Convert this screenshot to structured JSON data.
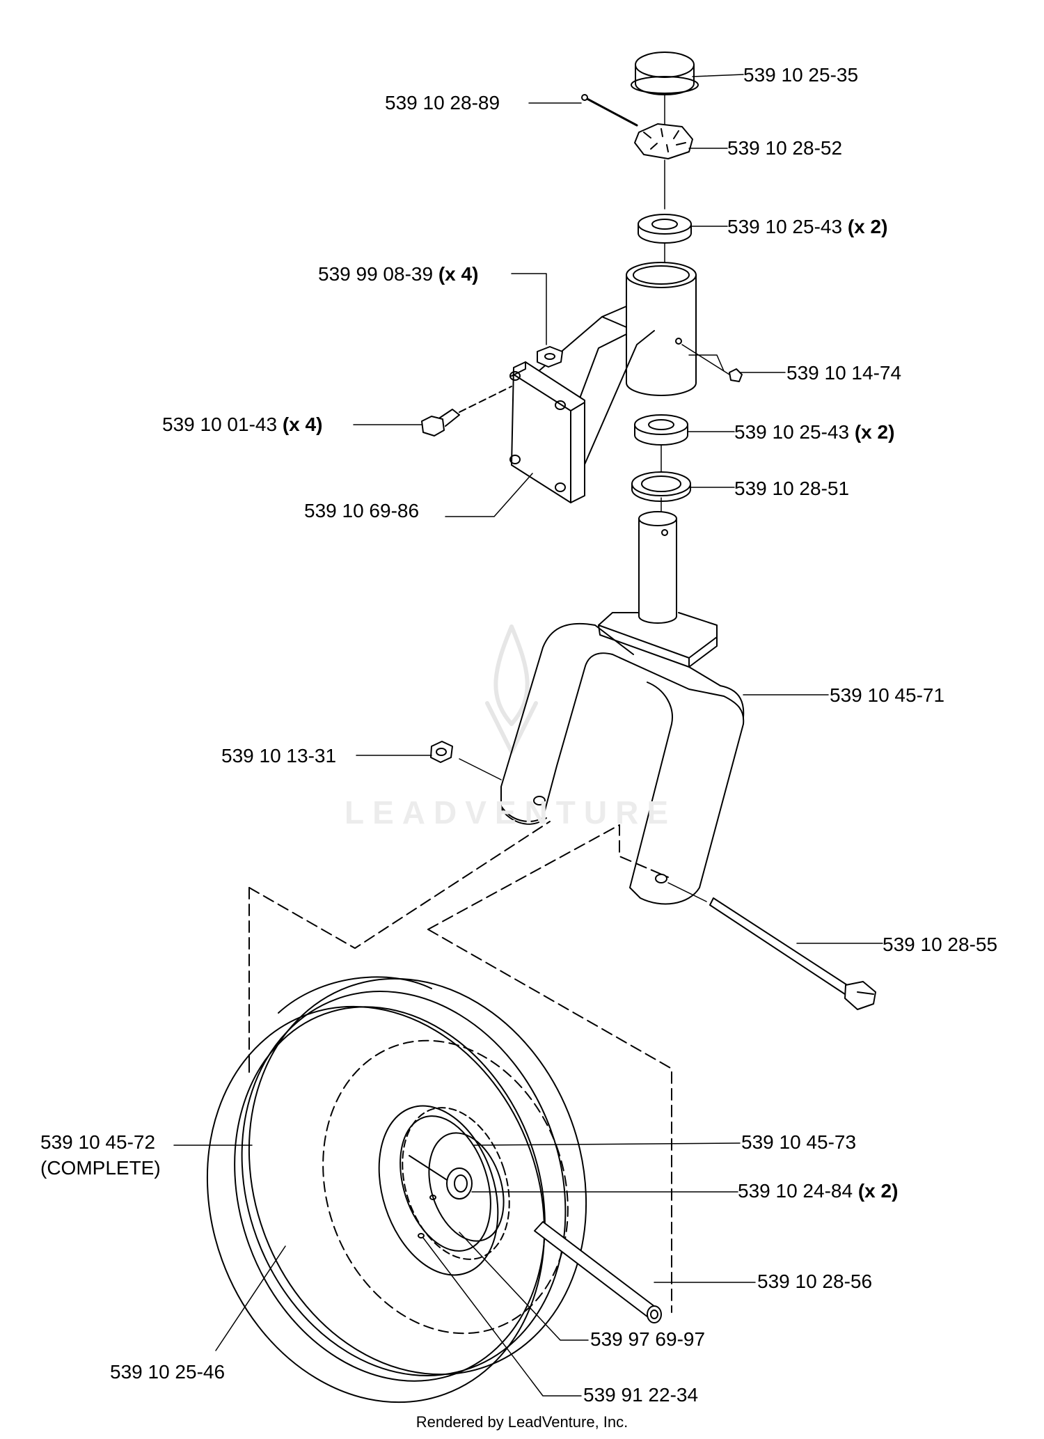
{
  "parts": [
    {
      "id": "p1",
      "number": "539 10 25-35",
      "qty": ""
    },
    {
      "id": "p2",
      "number": "539 10 28-89",
      "qty": ""
    },
    {
      "id": "p3",
      "number": "539 10 28-52",
      "qty": ""
    },
    {
      "id": "p4",
      "number": "539 10 25-43",
      "qty": "(x 2)"
    },
    {
      "id": "p5",
      "number": "539 99 08-39",
      "qty": "(x 4)"
    },
    {
      "id": "p6",
      "number": "539 10 14-74",
      "qty": ""
    },
    {
      "id": "p7",
      "number": "539 10 01-43",
      "qty": "(x 4)"
    },
    {
      "id": "p8",
      "number": "539 10 25-43",
      "qty": "(x 2)"
    },
    {
      "id": "p9",
      "number": "539 10 28-51",
      "qty": ""
    },
    {
      "id": "p10",
      "number": "539 10 69-86",
      "qty": ""
    },
    {
      "id": "p11",
      "number": "539 10 45-71",
      "qty": ""
    },
    {
      "id": "p12",
      "number": "539 10 13-31",
      "qty": ""
    },
    {
      "id": "p13",
      "number": "539 10 28-55",
      "qty": ""
    },
    {
      "id": "p14",
      "number": "539 10 45-72",
      "qty": ""
    },
    {
      "id": "p15",
      "number": "(COMPLETE)",
      "qty": ""
    },
    {
      "id": "p16",
      "number": "539 10 45-73",
      "qty": ""
    },
    {
      "id": "p17",
      "number": "539 10 24-84",
      "qty": "(x 2)"
    },
    {
      "id": "p18",
      "number": "539 10 28-56",
      "qty": ""
    },
    {
      "id": "p19",
      "number": "539 97 69-97",
      "qty": ""
    },
    {
      "id": "p20",
      "number": "539 10 25-46",
      "qty": ""
    },
    {
      "id": "p21",
      "number": "539 91 22-34",
      "qty": ""
    }
  ],
  "watermark": "LEADVENTURE",
  "footer": "Rendered by LeadVenture, Inc."
}
